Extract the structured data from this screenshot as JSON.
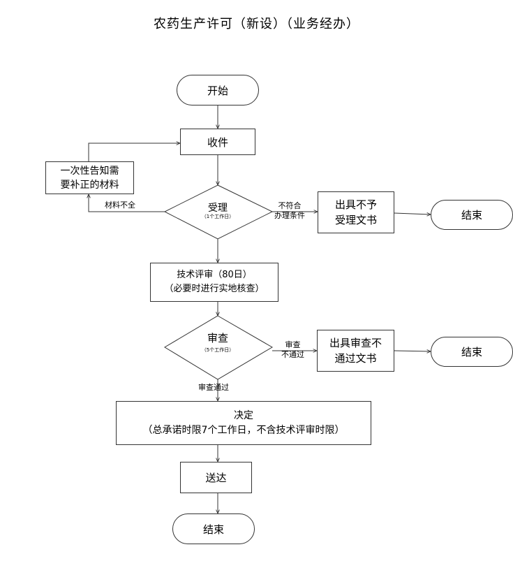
{
  "title": "农药生产许可（新设）（业务经办）",
  "nodes": {
    "start": "开始",
    "receive": "收件",
    "supplement": [
      "一次性告知需",
      "要补正的材料"
    ],
    "accept": {
      "label": "受理",
      "note": "（1个工作日）"
    },
    "not_accept_doc": [
      "出具不予",
      "受理文书"
    ],
    "end_right_1": "结束",
    "tech_review": [
      "技术评审（80日）",
      "（必要时进行实地核查）"
    ],
    "review": {
      "label": "审查",
      "note": "（5个工作日）"
    },
    "review_fail_doc": [
      "出具审查不",
      "通过文书"
    ],
    "end_right_2": "结束",
    "decision": [
      "决定",
      "（总承诺时限7个工作日，不含技术评审时限）"
    ],
    "deliver": "送达",
    "end_bottom": "结束"
  },
  "edge_labels": {
    "incomplete": "材料不全",
    "not_qualified": [
      "不符合",
      "办理条件"
    ],
    "review_fail": [
      "审查",
      "不通过"
    ],
    "review_pass": "审查通过"
  }
}
